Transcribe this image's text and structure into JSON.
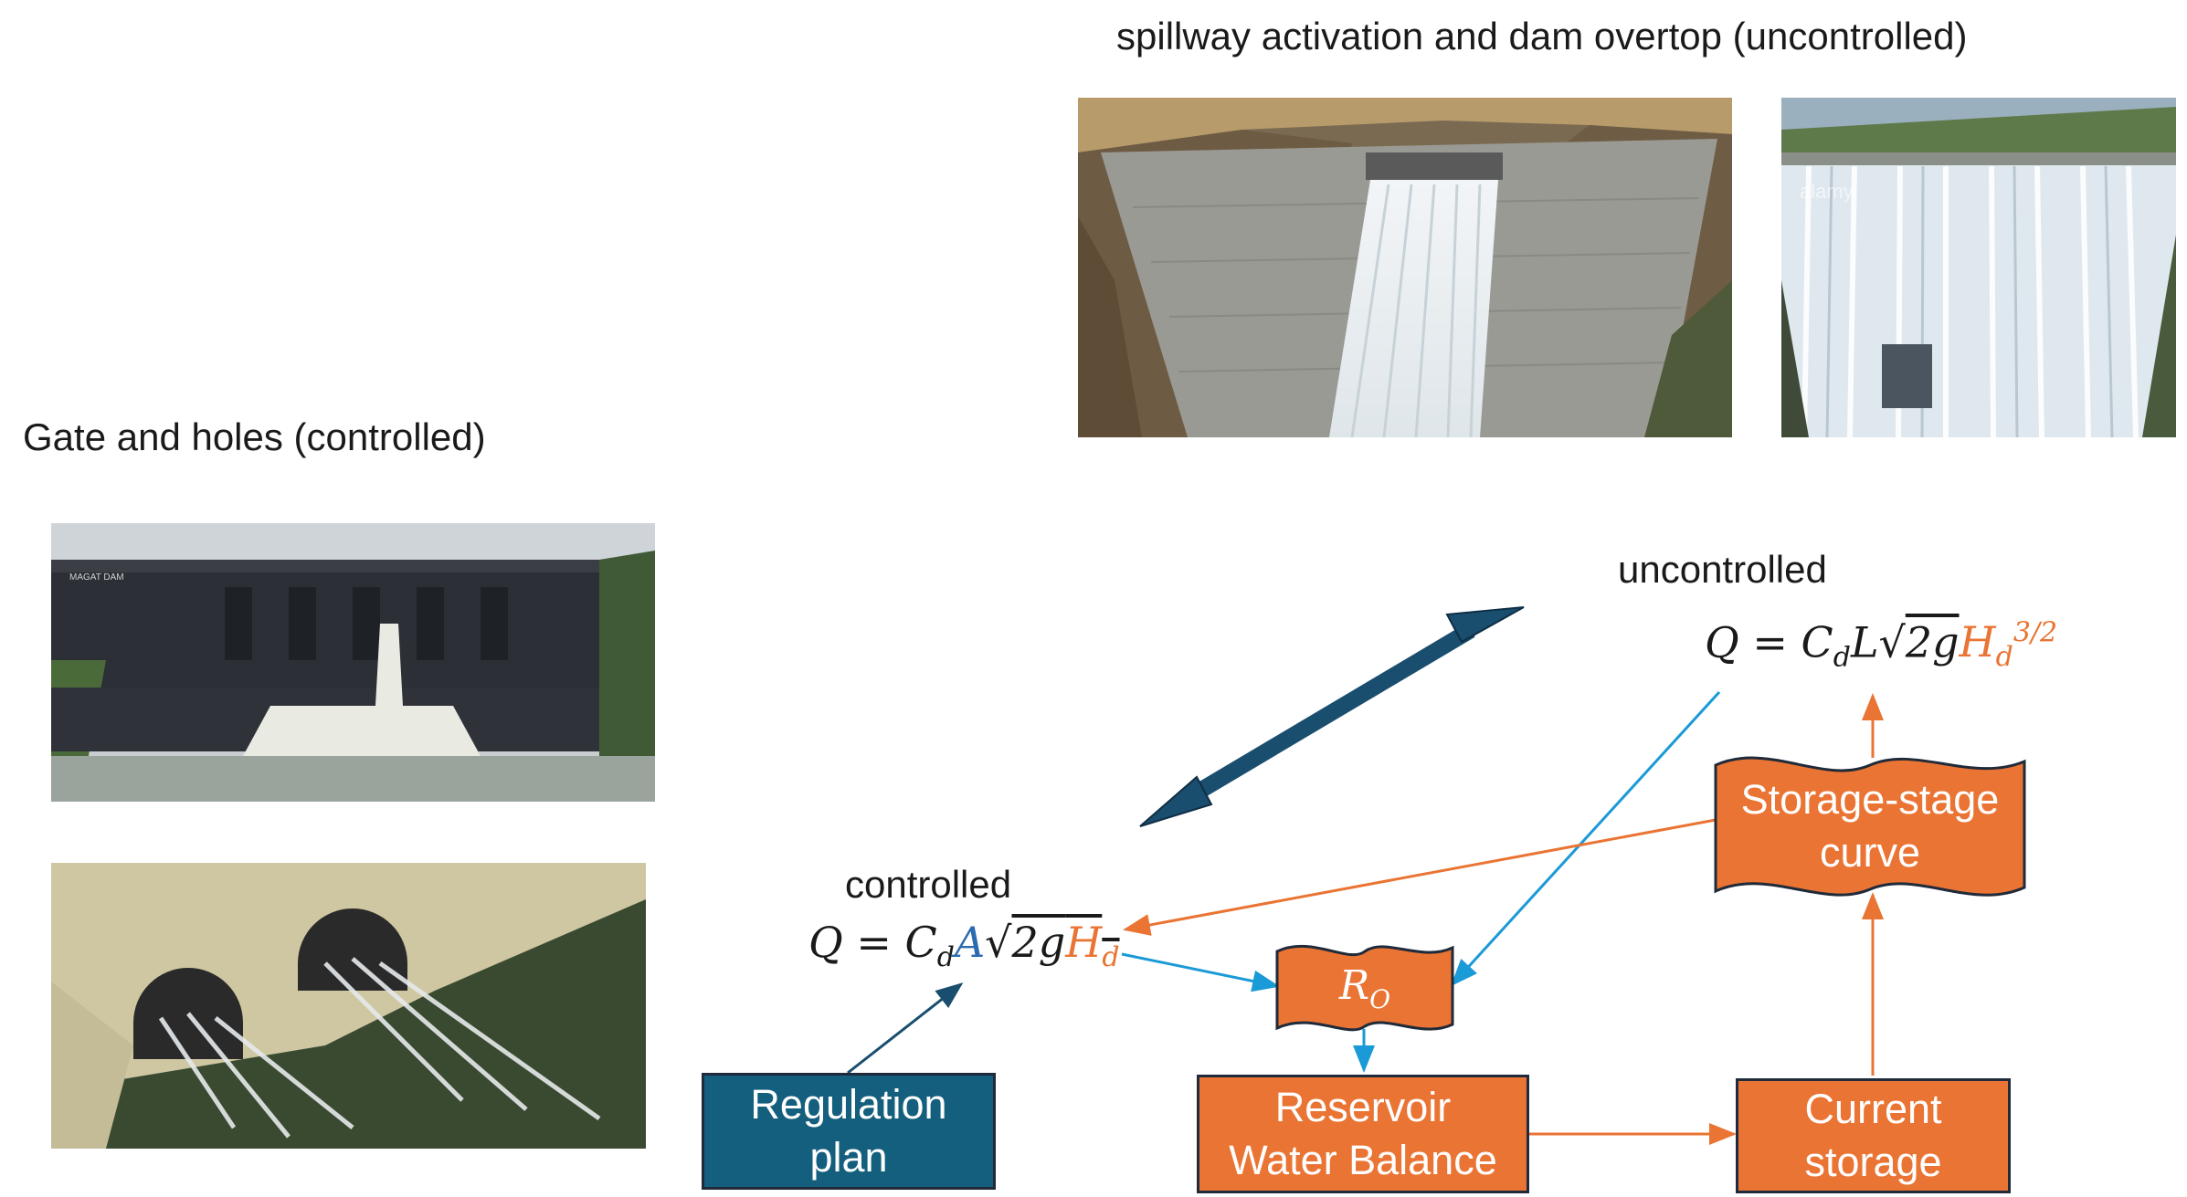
{
  "uncontrolled_section": {
    "title": "spillway activation and dam overtop (uncontrolled)"
  },
  "controlled_section": {
    "title": "Gate and holes (controlled)"
  },
  "labels": {
    "uncontrolled": "uncontrolled",
    "controlled": "controlled"
  },
  "formulas": {
    "controlled": "Q = C_d A √(2g H_d)",
    "uncontrolled": "Q = C_d L √(2g) H_d^{3/2}"
  },
  "boxes": {
    "regulation_plan": [
      "Regulation",
      "plan"
    ],
    "reservoir_water_balance": [
      "Reservoir",
      "Water Balance"
    ],
    "current_storage": [
      "Current",
      "storage"
    ],
    "storage_stage_curve": [
      "Storage-stage",
      "curve"
    ],
    "ro": "R",
    "ro_sub": "O"
  },
  "photos": {
    "magat_dam_sign": "MAGAT DAM",
    "watermark": "alamy"
  },
  "colors": {
    "orange": "#ea7433",
    "blue_box": "#135f7d",
    "blue_arrow": "#1a9ad6",
    "double_arrow": "#1a4e6e"
  }
}
